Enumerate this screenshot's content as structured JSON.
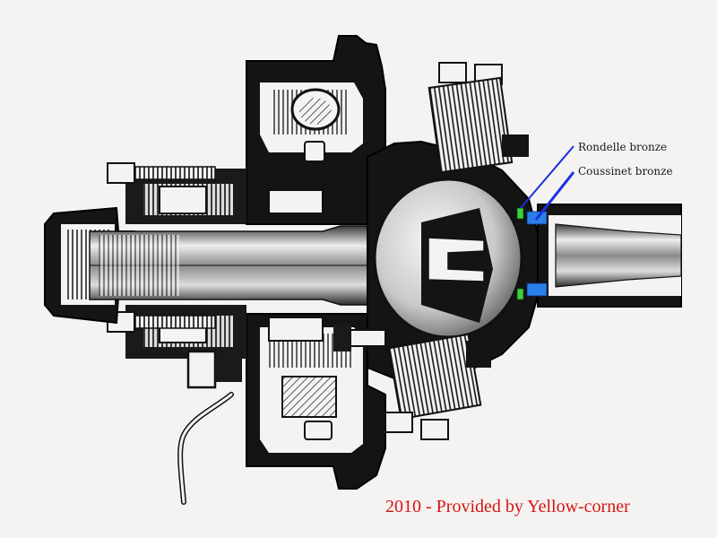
{
  "labels": {
    "washer": "Rondelle bronze",
    "bushing": "Coussinet bronze"
  },
  "credit": "2010 - Provided by Yellow-corner",
  "colors": {
    "background": "#f4f3f1",
    "ink": "#111111",
    "leader_blue": "#1c2fe0",
    "washer_green": "#3fd13f",
    "bushing_blue": "#2a7fe8",
    "credit_red": "#d81414"
  }
}
